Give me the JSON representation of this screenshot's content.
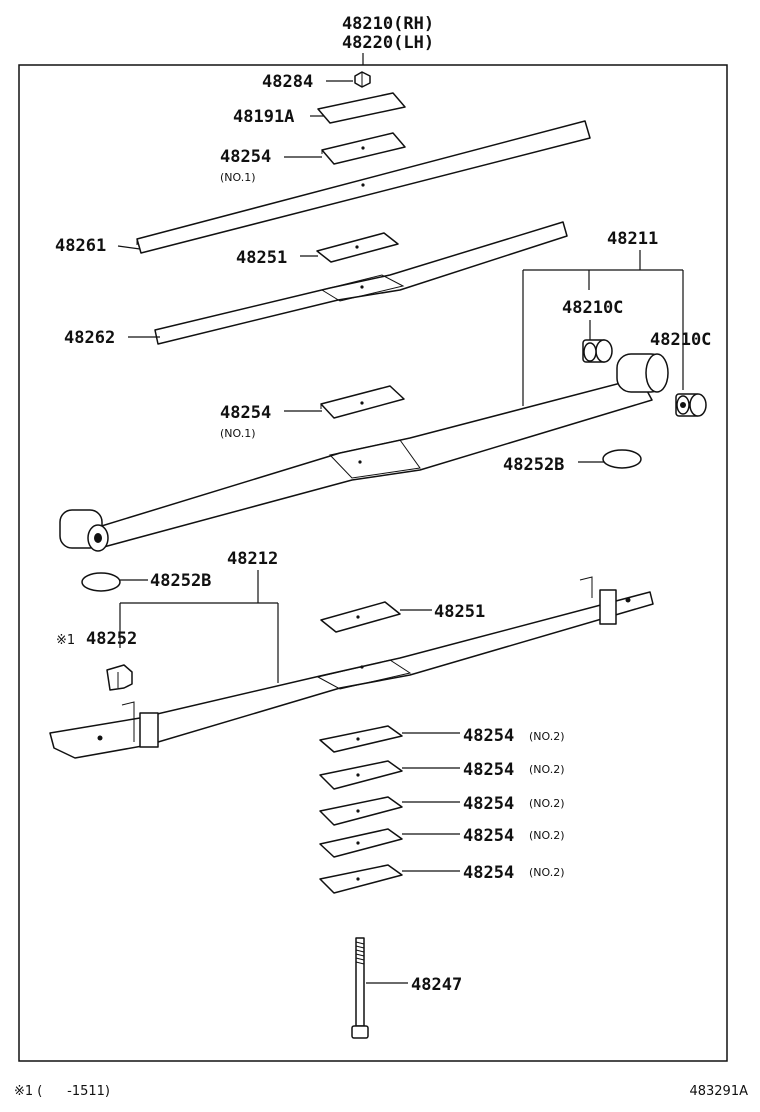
{
  "header": {
    "line1": "48210(RH)",
    "line2": "48220(LH)"
  },
  "callouts": {
    "c48284": "48284",
    "c48191A": "48191A",
    "c48254_top": "48254",
    "c48254_top_note": "(NO.1)",
    "c48261": "48261",
    "c48251_top": "48251",
    "c48211": "48211",
    "c48210C_left": "48210C",
    "c48210C_right": "48210C",
    "c48262": "48262",
    "c48254_mid": "48254",
    "c48254_mid_note": "(NO.1)",
    "c48252B_right": "48252B",
    "c48212": "48212",
    "c48252B_left": "48252B",
    "c48251_bottom": "48251",
    "c48252_mark": "※1",
    "c48252": "48252",
    "stack_label": "48254",
    "stack_note": "(NO.2)",
    "c48247": "48247"
  },
  "footer": {
    "note": "※1 (      -1511)",
    "diagram_code": "483291A"
  }
}
